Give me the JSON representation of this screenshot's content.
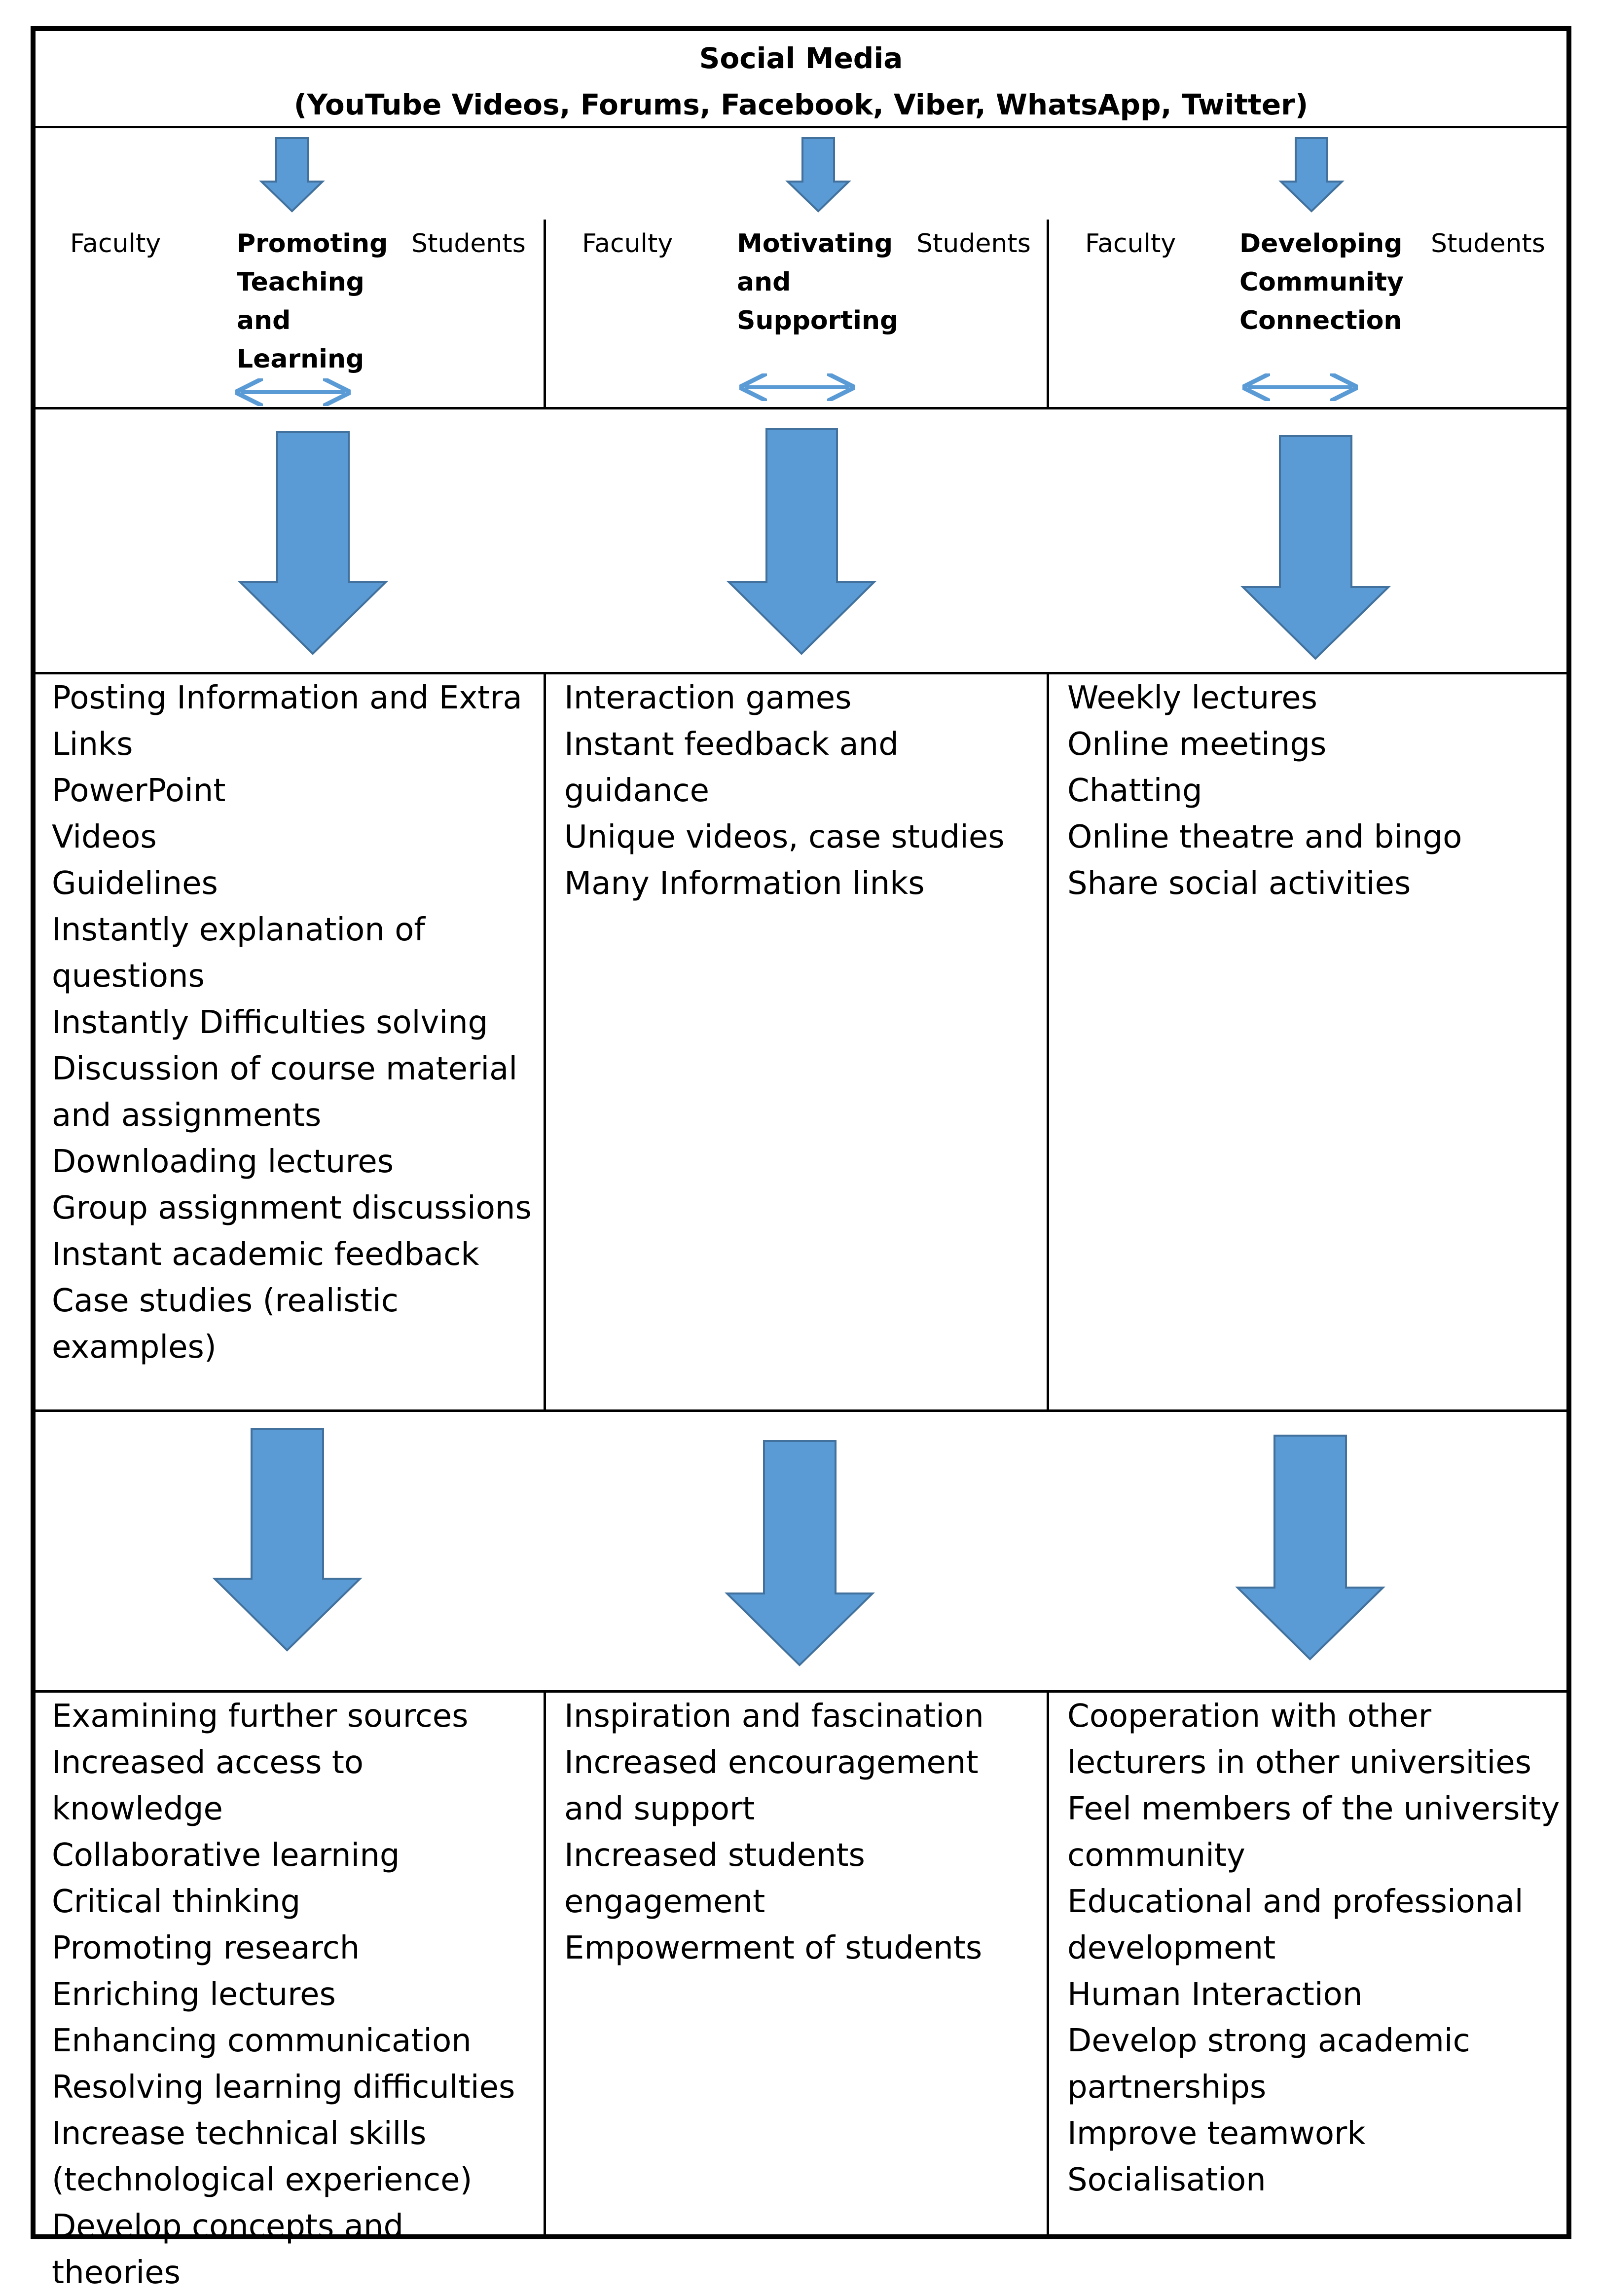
{
  "title": {
    "line1": "Social Media",
    "line2": "(YouTube Videos, Forums, Facebook, Viber, WhatsApp, Twitter)"
  },
  "columns": [
    {
      "left_role": "Faculty",
      "theme": "Promoting\nTeaching\nand\nLearning",
      "right_role": "Students",
      "activities": [
        "Posting Information and Extra",
        "Links",
        "PowerPoint",
        "Videos",
        "Guidelines",
        "Instantly explanation of",
        "questions",
        "Instantly Difficulties solving",
        "Discussion of course material",
        "and assignments",
        "Downloading lectures",
        "Group assignment discussions",
        "Instant academic feedback",
        "Case studies (realistic",
        "examples)"
      ],
      "outcomes": [
        "Examining further sources",
        "Increased access to knowledge",
        "Collaborative learning",
        "Critical thinking",
        "Promoting research",
        "Enriching lectures",
        "Enhancing communication",
        "Resolving learning difficulties",
        "Increase technical skills",
        "(technological experience)",
        "Develop concepts and theories"
      ]
    },
    {
      "left_role": "Faculty",
      "theme": "Motivating\nand\nSupporting",
      "right_role": "Students",
      "activities": [
        "Interaction games",
        "Instant feedback and",
        "guidance",
        "Unique videos, case studies",
        "Many Information links"
      ],
      "outcomes": [
        "Inspiration and fascination",
        "Increased encouragement",
        "and support",
        "Increased students",
        "engagement",
        "Empowerment of students"
      ]
    },
    {
      "left_role": "Faculty",
      "theme": "Developing\nCommunity\nConnection",
      "right_role": "Students",
      "activities": [
        "Weekly lectures",
        "Online meetings",
        "Chatting",
        "Online theatre and bingo",
        "Share social activities"
      ],
      "outcomes": [
        "Cooperation with other",
        "lecturers in other universities",
        "Feel members of the university",
        "community",
        "Educational and professional",
        "development",
        "Human Interaction",
        "Develop strong academic",
        "partnerships",
        "Improve teamwork",
        "Socialisation"
      ]
    }
  ],
  "colors": {
    "arrow_fill": "#5b9bd5",
    "arrow_stroke": "#41719c",
    "line": "#000000"
  },
  "icons": {
    "small_down": "arrow-down-icon",
    "bidirectional": "double-arrow-icon",
    "big_down": "arrow-down-icon"
  }
}
